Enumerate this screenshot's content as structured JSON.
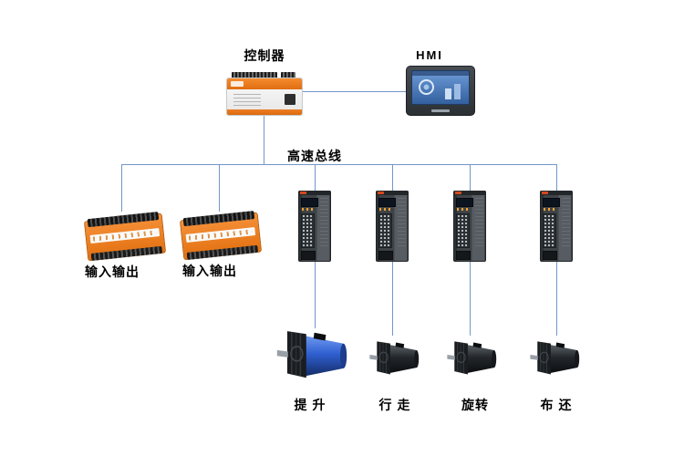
{
  "colors": {
    "line_blue": "#7396C8",
    "device_orange": "#EE7A23",
    "drive_gray": "#44494D",
    "hmi_screen_blue": "#4E86C6",
    "motor_blue": "#2F5FD0"
  },
  "controller": {
    "label": "控制器"
  },
  "hmi": {
    "label": "HMI"
  },
  "bus": {
    "label": "高速总线"
  },
  "io_modules": [
    {
      "label": "输入输出"
    },
    {
      "label": "输入输出"
    }
  ],
  "motors": [
    {
      "label": "提 升"
    },
    {
      "label": "行 走"
    },
    {
      "label": "旋转"
    },
    {
      "label": "布 还"
    }
  ]
}
